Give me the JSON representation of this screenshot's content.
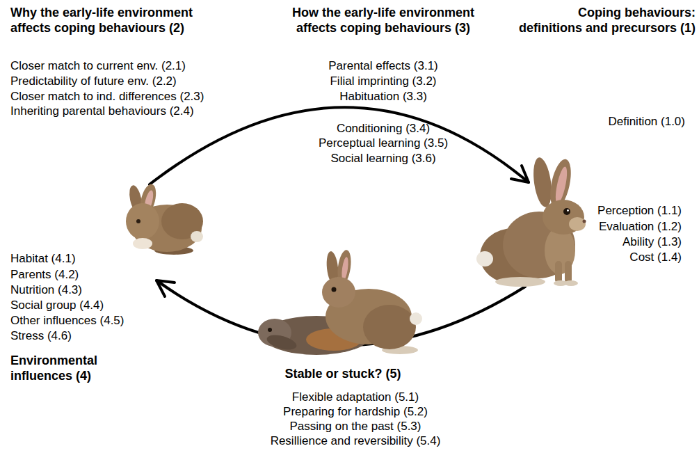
{
  "diagram": {
    "labels": [
      "Why the early-life environment affects coping behaviours (2)",
      "Closer match to current env. (2.1)",
      "Predictability of future env. (2.2)",
      "Closer match to ind. differences (2.3)",
      "Inheriting parental behaviours (2.4)",
      "How the early-life environment affects coping behaviours (3)",
      "Parental effects (3.1)",
      "Filial imprinting (3.2)",
      "Habituation (3.3)",
      "Conditioning (3.4)",
      "Perceptual learning (3.5)",
      "Social learning (3.6)",
      "Coping behaviours: definitions and precursors (1)",
      "Definition (1.0)",
      "Perception (1.1)",
      "Evaluation (1.2)",
      "Ability (1.3)",
      "Cost (1.4)",
      "Habitat (4.1)",
      "Parents (4.2)",
      "Nutrition (4.3)",
      "Social group (4.4)",
      "Other influences (4.5)",
      "Stress (4.6)",
      "Environmental influences (4)",
      "Stable or stuck? (5)",
      "Flexible adaptation (5.1)",
      "Preparing for hardship (5.2)",
      "Passing on the past (5.3)",
      "Resillience and reversibility (5.4)"
    ]
  }
}
